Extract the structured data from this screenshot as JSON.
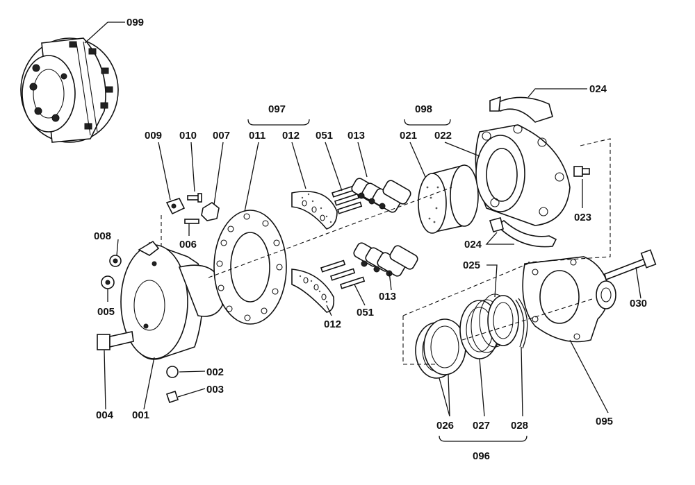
{
  "labels": {
    "l099": "099",
    "l097": "097",
    "l098": "098",
    "l024a": "024",
    "l009": "009",
    "l010": "010",
    "l007": "007",
    "l011": "011",
    "l012a": "012",
    "l051a": "051",
    "l013a": "013",
    "l021": "021",
    "l022": "022",
    "l023": "023",
    "l008": "008",
    "l006": "006",
    "l005": "005",
    "l024b": "024",
    "l025": "025",
    "l030": "030",
    "l013b": "013",
    "l012b": "012",
    "l051b": "051",
    "l002": "002",
    "l003": "003",
    "l004": "004",
    "l001": "001",
    "l026": "026",
    "l027": "027",
    "l028": "028",
    "l095": "095",
    "l096": "096"
  },
  "colors": {
    "ink": "#111111",
    "paper": "#ffffff"
  }
}
